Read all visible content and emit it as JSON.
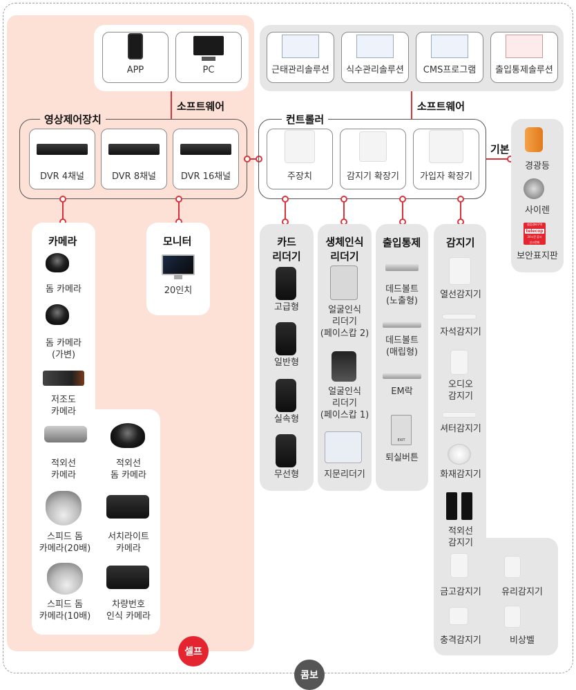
{
  "colors": {
    "accent": "#d9323a",
    "self_zone": "#fde0d6",
    "panel_gray": "#e6e6e6"
  },
  "top_left": {
    "app": "APP",
    "pc": "PC"
  },
  "top_right": [
    "근태관리솔루션",
    "식수관리솔루션",
    "CMS프로그램",
    "출입통제솔루션"
  ],
  "software_label_left": "소프트웨어",
  "software_label_right": "소프트웨어",
  "video_control": {
    "title": "영상제어장치",
    "items": [
      "DVR 4채널",
      "DVR 8채널",
      "DVR 16채널"
    ]
  },
  "controller": {
    "title": "컨트롤러",
    "items": [
      "주장치",
      "감지기 확장기",
      "가입자 확장기"
    ]
  },
  "basic": {
    "title": "기본",
    "items": [
      "경광등",
      "사이렌",
      "보안표지판"
    ],
    "sign_text": [
      "침입경비구역",
      "telecop",
      "24시간 감시",
      "신고전화"
    ]
  },
  "camera": {
    "title": "카메라",
    "items": [
      "돔 카메라",
      "돔 카메라\n(가변)",
      "저조도\n카메라",
      "적외선\n카메라",
      "적외선\n돔 카메라",
      "스피드 돔\n카메라(20배)",
      "서치라이트\n카메라",
      "스피드 돔\n카메라(10배)",
      "차량번호\n인식 카메라"
    ]
  },
  "monitor": {
    "title": "모니터",
    "items": [
      "20인치"
    ]
  },
  "card_reader": {
    "title": "카드\n리더기",
    "items": [
      "고급형",
      "일반형",
      "실속형",
      "무선형"
    ]
  },
  "bio_reader": {
    "title": "생체인식\n리더기",
    "items": [
      "얼굴인식\n리더기\n(페이스캅 2)",
      "얼굴인식\n리더기\n(페이스캅 1)",
      "지문리더기"
    ]
  },
  "access": {
    "title": "출입통제",
    "items": [
      "데드볼트\n(노출형)",
      "데드볼트\n(매립형)",
      "EM락",
      "퇴실버튼"
    ],
    "button_text": "EXIT"
  },
  "detector": {
    "title": "감지기",
    "items": [
      "열선감지기",
      "자석감지기",
      "오디오\n감지기",
      "셔터감지기",
      "화재감지기",
      "적외선\n감지기",
      "금고감지기",
      "유리감지기",
      "충격감지기",
      "비상벨"
    ]
  },
  "brand_mark": "telecop",
  "badges": {
    "self": "셀프",
    "combo": "콤보"
  }
}
